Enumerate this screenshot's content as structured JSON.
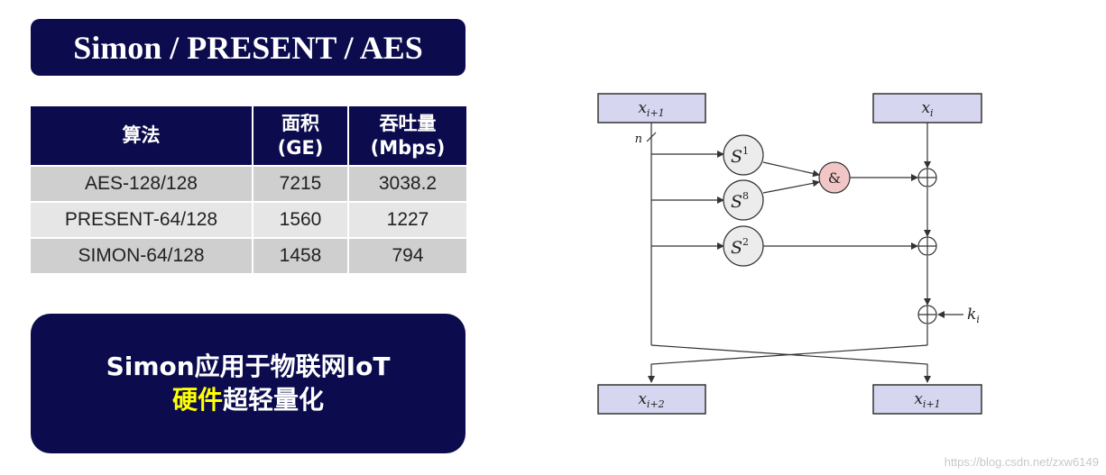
{
  "title": "Simon / PRESENT / AES",
  "table": {
    "headers": [
      {
        "line1": "算法",
        "line2": ""
      },
      {
        "line1": "面积",
        "line2": "(GE)"
      },
      {
        "line1": "吞吐量",
        "line2": "(Mbps)"
      }
    ],
    "rows": [
      [
        "AES-128/128",
        "7215",
        "3038.2"
      ],
      [
        "PRESENT-64/128",
        "1560",
        "1227"
      ],
      [
        "SIMON-64/128",
        "1458",
        "794"
      ]
    ]
  },
  "note": {
    "line1": "Simon应用于物联网IoT",
    "line2_highlight": "硬件",
    "line2_rest": "超轻量化"
  },
  "diagram": {
    "in_left": {
      "base": "x",
      "sub": "i+1"
    },
    "in_right": {
      "base": "x",
      "sub": "i"
    },
    "out_left": {
      "base": "x",
      "sub": "i+2"
    },
    "out_right": {
      "base": "x",
      "sub": "i+1"
    },
    "width_label": "n",
    "s1": {
      "base": "S",
      "sup": "1"
    },
    "s8": {
      "base": "S",
      "sup": "8"
    },
    "s2": {
      "base": "S",
      "sup": "2"
    },
    "and_label": "&",
    "key": {
      "base": "k",
      "sub": "i"
    }
  },
  "watermark": "https://blog.csdn.net/zxw6149"
}
